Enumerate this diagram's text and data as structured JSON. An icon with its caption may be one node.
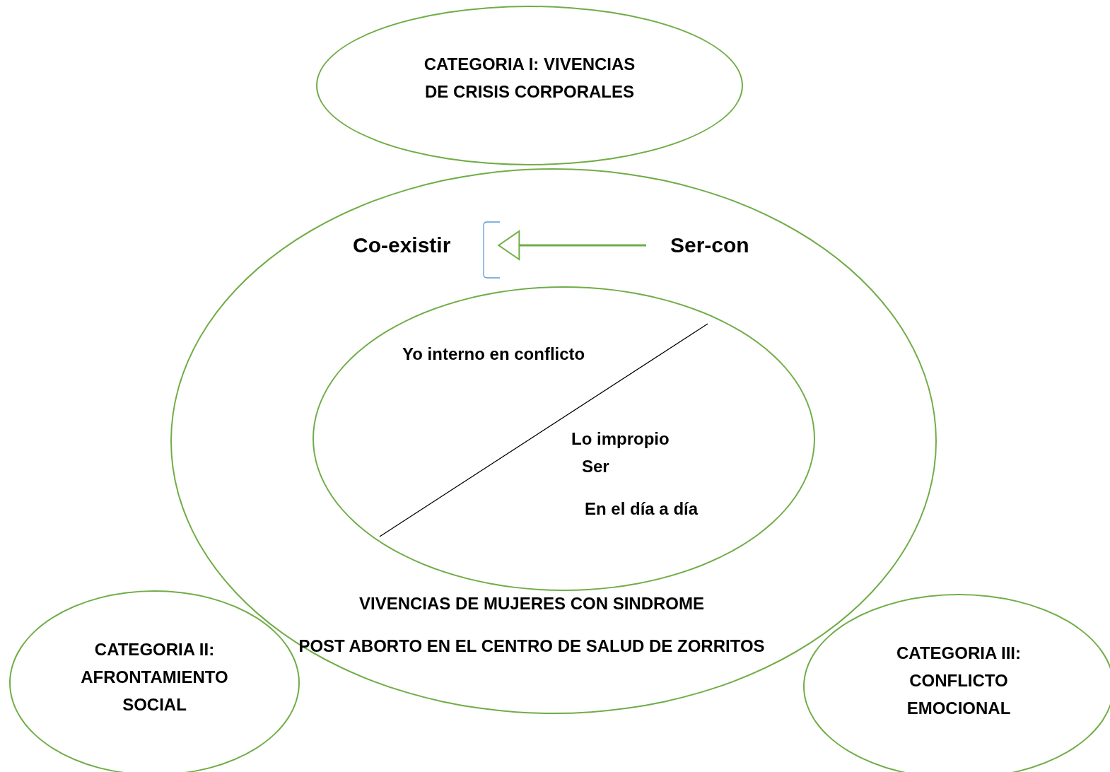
{
  "diagram": {
    "nodes": [
      {
        "text": [
          "CATEGORIA I: VIVENCIAS DE CRISIS CORPORALES"
        ]
      },
      {
        "text": [
          "VIVENCIAS DE MUJERES CON SINDROME",
          "POST ABORTO EN EL CENTRO DE SALUD DE ZORRITOS"
        ]
      },
      {
        "text": [
          "Co-existir"
        ],
        "in": 1
      },
      {
        "text": [
          "Ser-con"
        ],
        "in": 1
      },
      {
        "text": [
          "Yo interno en conflicto",
          "Lo impropio",
          "Ser",
          "En el día a día"
        ],
        "in": 1
      },
      {
        "text": [
          "CATEGORIA II: AFRONTAMIENTO SOCIAL"
        ]
      },
      {
        "text": [
          "CATEGORIA III: CONFLICTO EMOCIONAL"
        ]
      }
    ],
    "edges": [
      {
        "from": 3,
        "to": 2,
        "arrow": "to"
      }
    ]
  }
}
